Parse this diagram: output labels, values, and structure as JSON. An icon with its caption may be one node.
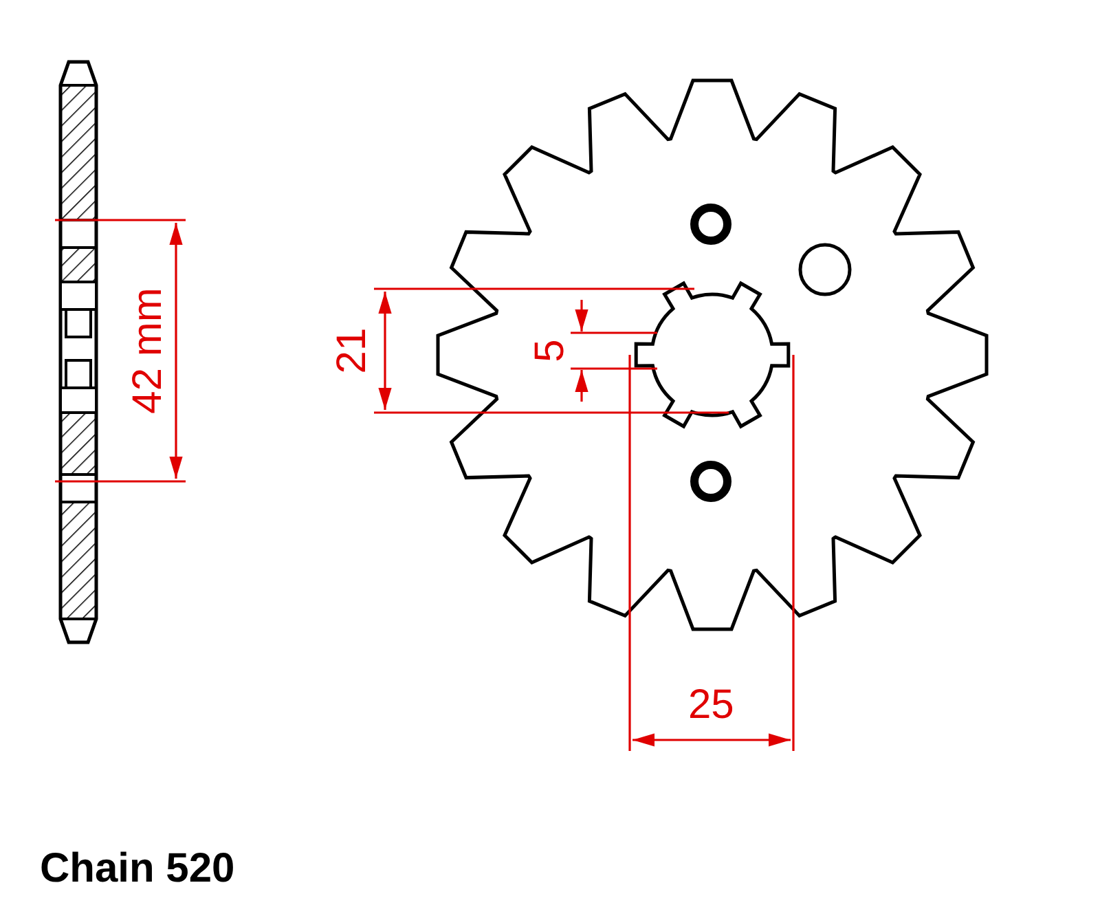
{
  "diagram": {
    "labels": [
      "42 mm",
      "21",
      "5",
      "25",
      "Chain 520"
    ]
  }
}
